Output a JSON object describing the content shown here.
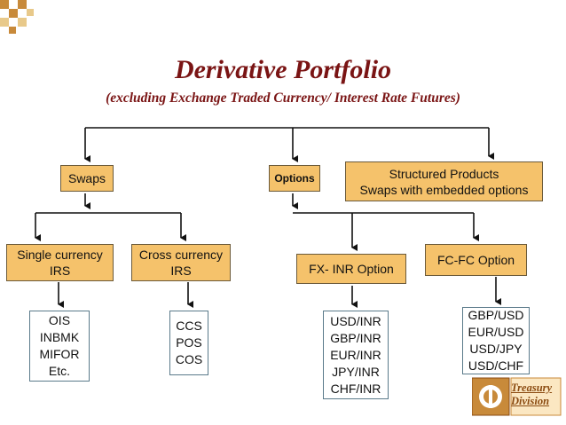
{
  "header": {
    "title": "Derivative Portfolio",
    "subtitle": "(excluding Exchange Traded Currency/ Interest Rate Futures)"
  },
  "diagram": {
    "level1": {
      "swaps": "Swaps",
      "options": "Options",
      "structured": "Structured Products\nSwaps with embedded options"
    },
    "level2": {
      "single_currency": "Single currency\nIRS",
      "cross_currency": "Cross currency\nIRS",
      "fx_inr": "FX- INR Option",
      "fc_fc": "FC-FC Option"
    },
    "level3": {
      "single_list": "OIS\nINBMK\nMIFOR\nEtc.",
      "cross_list": "CCS\nPOS\nCOS",
      "fx_list": "USD/INR\nGBP/INR\nEUR/INR\nJPY/INR\nCHF/INR",
      "fc_list": "GBP/USD\nEUR/USD\nUSD/JPY\nUSD/CHF"
    }
  },
  "logo": {
    "line1": "Treasury",
    "line2": "Division"
  },
  "colors": {
    "box_fill": "#f5c26b",
    "title": "#7a1414",
    "accent": "#c88a3a"
  }
}
